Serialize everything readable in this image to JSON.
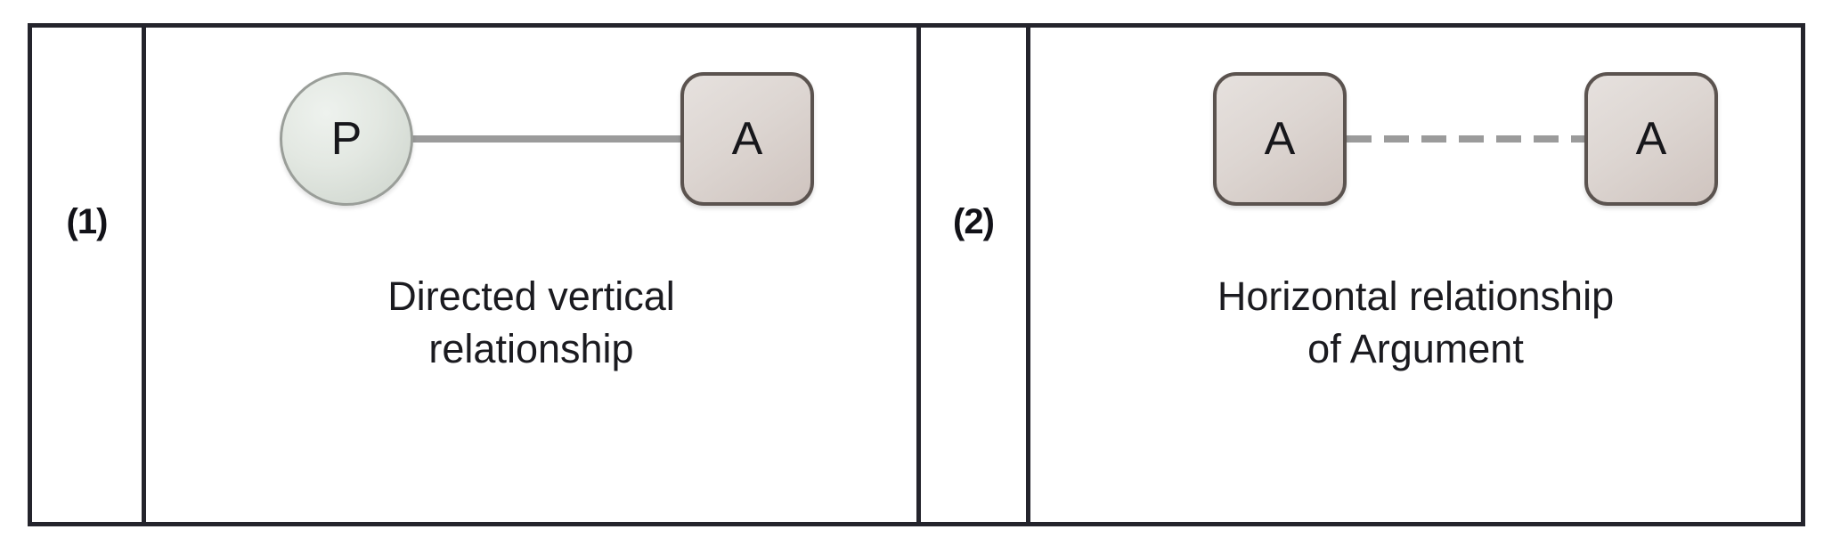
{
  "figure": {
    "border_color": "#24242c",
    "background": "#ffffff",
    "panels": [
      {
        "index_label": "(1)",
        "nodes": [
          {
            "shape": "circle",
            "label": "P",
            "fill": "#e3e8e2",
            "stroke": "#9a9e99"
          },
          {
            "shape": "rounded-rect",
            "label": "A",
            "fill": "#ddd6d2",
            "stroke": "#5b534f"
          }
        ],
        "connector": {
          "style": "solid",
          "color": "#9b9b9b"
        },
        "caption_line1": "Directed vertical",
        "caption_line2": "relationship"
      },
      {
        "index_label": "(2)",
        "nodes": [
          {
            "shape": "rounded-rect",
            "label": "A",
            "fill": "#ddd6d2",
            "stroke": "#5b534f"
          },
          {
            "shape": "rounded-rect",
            "label": "A",
            "fill": "#ddd6d2",
            "stroke": "#5b534f"
          }
        ],
        "connector": {
          "style": "dashed",
          "color": "#9b9b9b"
        },
        "caption_line1": "Horizontal relationship",
        "caption_line2": "of Argument"
      }
    ]
  }
}
